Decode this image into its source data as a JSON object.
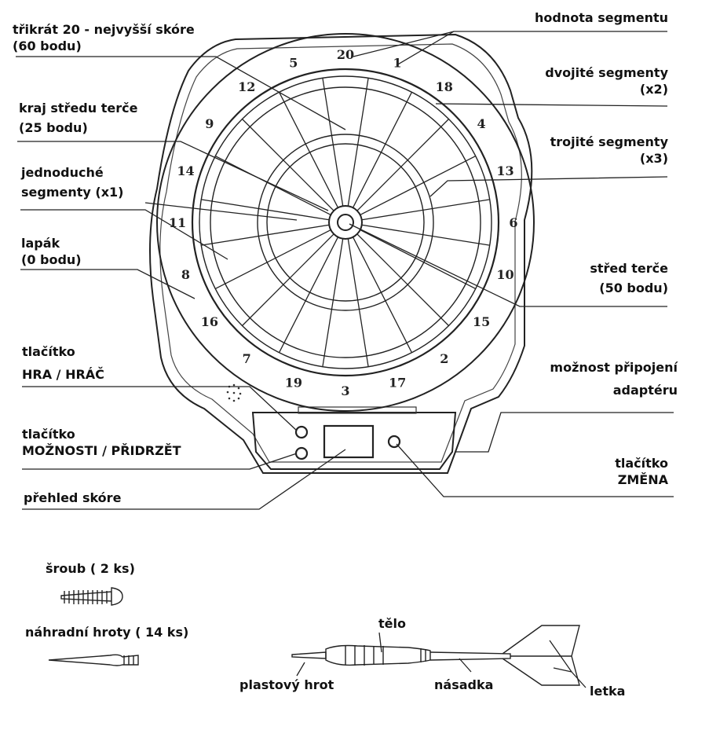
{
  "labels": {
    "triple20": [
      "třikrát 20 - nejvyšší skóre",
      "(60 bodu)"
    ],
    "outer_bull": [
      "kraj středu terče",
      "(25 bodu)"
    ],
    "single": [
      "jednoduché",
      "segmenty (x1)"
    ],
    "catch_ring": [
      "lapák",
      "(0 bodu)"
    ],
    "game_player_button": [
      "tlačítko",
      "HRA / HRÁČ"
    ],
    "options_hold_button": [
      "tlačítko",
      "MOŽNOSTI / PŘIDRZĚT"
    ],
    "score_display": [
      "přehled skóre"
    ],
    "segment_value": [
      "hodnota segmentu"
    ],
    "double": [
      "dvojité segmenty",
      "(x2)"
    ],
    "triple": [
      "trojité segmenty",
      "(x3)"
    ],
    "bullseye": [
      "střed terče",
      "(50 bodu)"
    ],
    "adapter": [
      "možnost připojení",
      "adaptéru"
    ],
    "change_button": [
      "tlačítko",
      "ZMĚNA"
    ],
    "screw": [
      "šroub ( 2 ks)"
    ],
    "spare_tips": [
      "náhradní hroty ( 14 ks)"
    ],
    "barrel": [
      "tělo"
    ],
    "plastic_tip": [
      "plastový hrot"
    ],
    "shaft": [
      "násadka"
    ],
    "flight": [
      "letka"
    ]
  },
  "board_numbers": [
    20,
    1,
    18,
    4,
    13,
    6,
    10,
    15,
    2,
    17,
    3,
    19,
    7,
    16,
    8,
    11,
    14,
    9,
    12,
    5
  ],
  "colors": {
    "ink": "#222222"
  }
}
